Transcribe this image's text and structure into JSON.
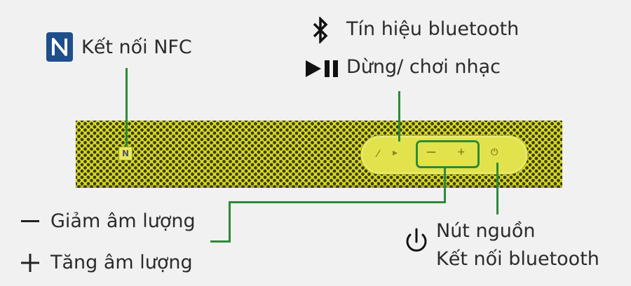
{
  "labels": {
    "nfc": "Kết nối NFC",
    "bluetooth_signal": "Tín hiệu bluetooth",
    "play_pause": "Dừng/ chơi nhạc",
    "volume_down": "Giảm âm lượng",
    "volume_up": "Tăng âm lượng",
    "power": "Nút nguồn",
    "bt_connect": "Kết nối bluetooth"
  },
  "icons": [
    "nfc-icon",
    "bluetooth-icon",
    "play-pause-icon",
    "minus-icon",
    "plus-icon",
    "power-icon"
  ],
  "colors": {
    "speaker_yellow": "#d5d82a",
    "leader_line": "#2c8a38",
    "nfc_blue": "#1f4e8c",
    "text": "#2b2b2b"
  }
}
